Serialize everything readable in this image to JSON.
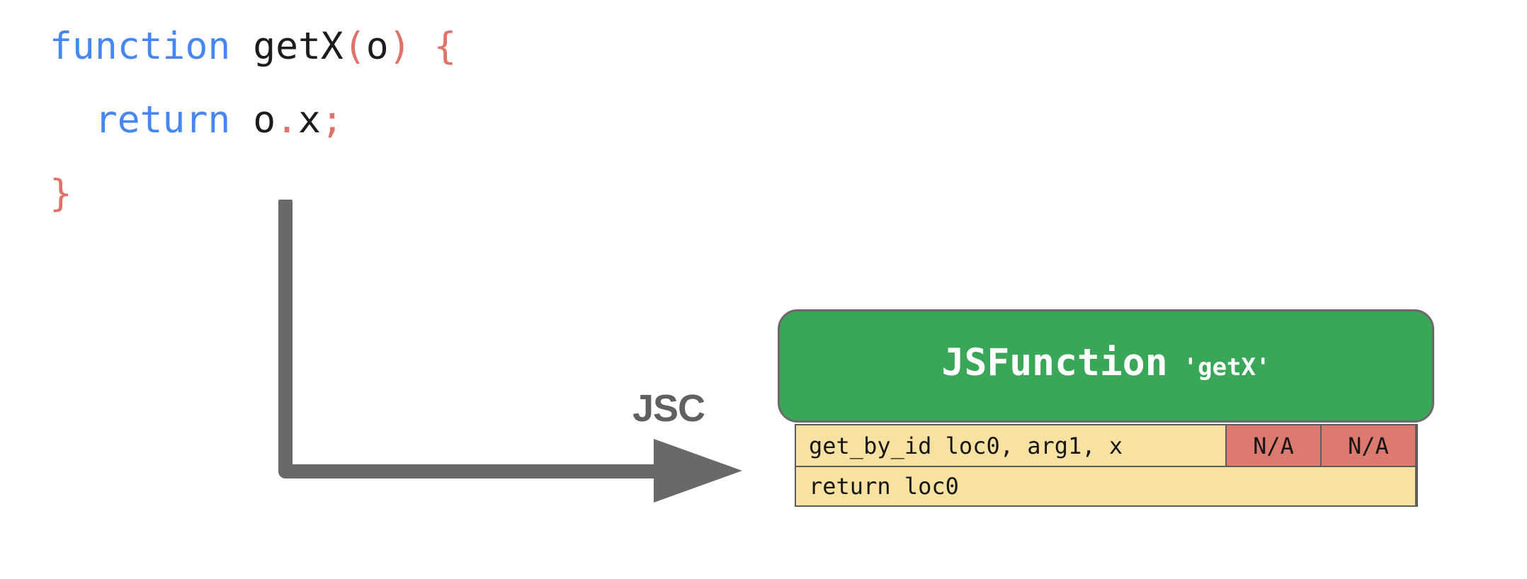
{
  "colors": {
    "code_keyword_blue": "#4687f4",
    "code_punct_salmon": "#df7368",
    "code_text_black": "#1c1c1e",
    "arrow_gray": "#696969",
    "jsc_label_gray": "#606060",
    "box_green": "#3aa657",
    "box_border_gray": "#6a6a6a",
    "box_text_white": "#ffffff",
    "cell_tan": "#f7e2a2",
    "cell_red": "#dd7a70",
    "table_border_gray": "#5d5d5d"
  },
  "source_code": {
    "line1": {
      "keyword": "function",
      "name": " getX",
      "paren_open": "(",
      "arg": "o",
      "paren_close": ")",
      "brace_open": " {"
    },
    "line2": {
      "keyword": "  return",
      "object": " o",
      "dot": ".",
      "property": "x",
      "semicolon": ";"
    },
    "line3": {
      "brace_close": "}"
    }
  },
  "arrow": {
    "label": "JSC"
  },
  "jsfunction_box": {
    "type_name": "JSFunction",
    "function_name": "'getX'"
  },
  "bytecode_table": {
    "row1": {
      "instruction": "get_by_id loc0, arg1, x",
      "meta1": "N/A",
      "meta2": "N/A"
    },
    "row2": {
      "instruction": "return loc0"
    }
  }
}
